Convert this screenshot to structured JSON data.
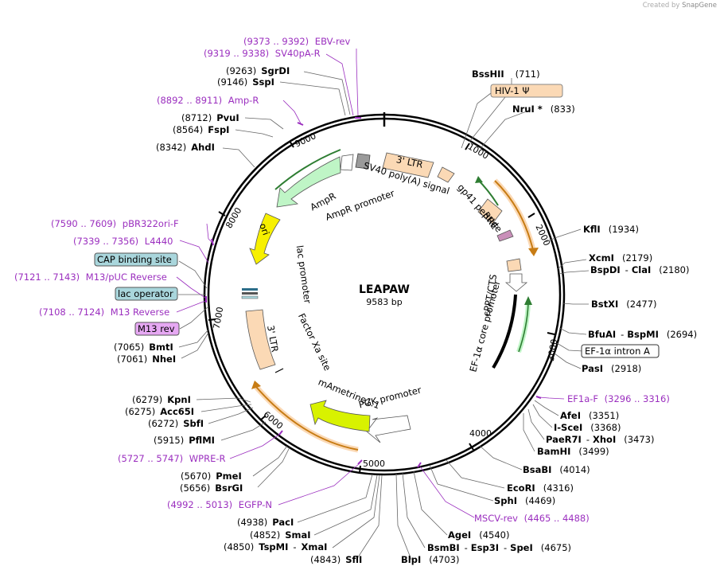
{
  "credit": {
    "prefix": "Created by",
    "brand": "SnapGene"
  },
  "plasmid": {
    "name": "LEAPAW",
    "size": "9583 bp"
  },
  "ticks": [
    "1000",
    "2000",
    "3000",
    "4000",
    "5000",
    "6000",
    "7000",
    "8000",
    "9000"
  ],
  "features": {
    "three_ltr_top": "3' LTR",
    "sv40": "SV40 poly(A) signal",
    "ampr": "AmpR",
    "ampr_promoter": "AmpR promoter",
    "ori": "ori",
    "lac_promoter": "lac promoter",
    "rre": "RRE",
    "gp41": "gp41 peptide",
    "cppt": "cPPT/CTS",
    "ef1a_core": "EF-1α core promoter",
    "pgk": "PGK promoter",
    "mametrine": "mAmetrine1.1",
    "three_ltr_left": "3' LTR",
    "factor_xa": "Factor Xa site"
  },
  "boxed_labels": {
    "hiv_psi": "HIV-1 Ψ",
    "ef1a_intron": "EF-1α intron A",
    "cap_site": "CAP binding site",
    "lac_operator": "lac operator",
    "m13_rev": "M13 rev"
  },
  "primers": {
    "ebv_rev": {
      "pos": "(9373 .. 9392)",
      "name": "EBV-rev"
    },
    "sv40pa_r": {
      "pos": "(9319 .. 9338)",
      "name": "SV40pA-R"
    },
    "amp_r": {
      "pos": "(8892 .. 8911)",
      "name": "Amp-R"
    },
    "pbr322": {
      "pos": "(7590 .. 7609)",
      "name": "pBR322ori-F"
    },
    "l4440": {
      "pos": "(7339 .. 7356)",
      "name": "L4440"
    },
    "m13_puc": {
      "pos": "(7121 .. 7143)",
      "name": "M13/pUC Reverse"
    },
    "m13_reverse": {
      "pos": "(7108 .. 7124)",
      "name": "M13 Reverse"
    },
    "wpre_r": {
      "pos": "(5727 .. 5747)",
      "name": "WPRE-R"
    },
    "egfp_n": {
      "pos": "(4992 .. 5013)",
      "name": "EGFP-N"
    },
    "ef1a_f": {
      "name": "EF1a-F",
      "pos": "(3296 .. 3316)"
    },
    "mscv_rev": {
      "name": "MSCV-rev",
      "pos": "(4465 .. 4488)"
    }
  },
  "enzymes": {
    "sgrdi": {
      "pos": "(9263)",
      "name": "SgrDI"
    },
    "sspi": {
      "pos": "(9146)",
      "name": "SspI"
    },
    "pvui": {
      "pos": "(8712)",
      "name": "PvuI"
    },
    "fspi": {
      "pos": "(8564)",
      "name": "FspI"
    },
    "ahdi": {
      "pos": "(8342)",
      "name": "AhdI"
    },
    "bsshii": {
      "name": "BssHII",
      "pos": "(711)"
    },
    "nrui": {
      "name": "NruI *",
      "pos": "(833)"
    },
    "kfli": {
      "name": "KflI",
      "pos": "(1934)"
    },
    "xcmi": {
      "name": "XcmI",
      "pos": "(2179)"
    },
    "bspdi": {
      "name": "BspDI",
      "sep": "-",
      "name2": "ClaI",
      "pos": "(2180)"
    },
    "bstxi": {
      "name": "BstXI",
      "pos": "(2477)"
    },
    "bfuai": {
      "name": "BfuAI",
      "sep": "-",
      "name2": "BspMI",
      "pos": "(2694)"
    },
    "pasi": {
      "name": "PasI",
      "pos": "(2918)"
    },
    "afei": {
      "name": "AfeI",
      "pos": "(3351)"
    },
    "iscei": {
      "name": "I-SceI",
      "pos": "(3368)"
    },
    "paer7i": {
      "name": "PaeR7I",
      "sep": "-",
      "name2": "XhoI",
      "pos": "(3473)"
    },
    "bamhi": {
      "name": "BamHI",
      "pos": "(3499)"
    },
    "bsabi": {
      "name": "BsaBI",
      "pos": "(4014)"
    },
    "ecori": {
      "name": "EcoRI",
      "pos": "(4316)"
    },
    "sphi": {
      "name": "SphI",
      "pos": "(4469)"
    },
    "agei": {
      "name": "AgeI",
      "pos": "(4540)"
    },
    "bsmbi": {
      "name": "BsmBI",
      "sep1": "-",
      "name2": "Esp3I",
      "sep2": "-",
      "name3": "SpeI",
      "pos": "(4675)"
    },
    "blpi": {
      "name": "BlpI",
      "pos": "(4703)"
    },
    "sfli": {
      "pos": "(4843)",
      "name": "SflI"
    },
    "tspmi": {
      "pos": "(4850)",
      "name": "TspMI",
      "sep": "-",
      "name2": "XmaI"
    },
    "smai": {
      "pos": "(4852)",
      "name": "SmaI"
    },
    "paci": {
      "pos": "(4938)",
      "name": "PacI"
    },
    "bsrgi": {
      "pos": "(5656)",
      "name": "BsrGI"
    },
    "pmei": {
      "pos": "(5670)",
      "name": "PmeI"
    },
    "pflmi": {
      "pos": "(5915)",
      "name": "PflMI"
    },
    "sbfi": {
      "pos": "(6272)",
      "name": "SbfI"
    },
    "acc65i": {
      "pos": "(6275)",
      "name": "Acc65I"
    },
    "kpni": {
      "pos": "(6279)",
      "name": "KpnI"
    },
    "nhei": {
      "pos": "(7061)",
      "name": "NheI"
    },
    "bmti": {
      "pos": "(7065)",
      "name": "BmtI"
    }
  },
  "colors": {
    "ltr": "#fbd9b5",
    "ampr": "#bff5c6",
    "ori": "#f7f000",
    "wpre": "#e8a33d",
    "mametrine": "#d8f200",
    "primer": "#9b2fbf",
    "cap": "#a9d6dc",
    "m13": "#e6a8f3"
  }
}
